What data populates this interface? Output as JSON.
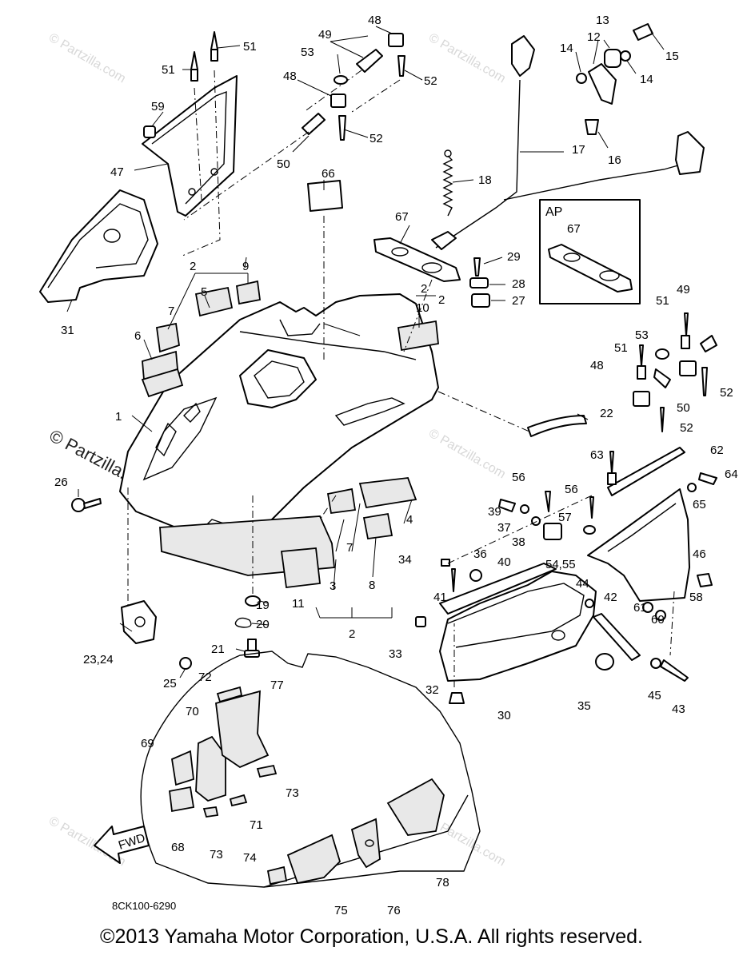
{
  "watermark": {
    "text": "© Partzilla.com"
  },
  "inset": {
    "label": "AP"
  },
  "fwd_label": "FWD",
  "drawing_code": "8CK100-6290",
  "copyright": "©2013 Yamaha Motor Corporation, U.S.A. All rights reserved.",
  "callouts": [
    "1",
    "2",
    "2",
    "2",
    "2",
    "3",
    "4",
    "5",
    "6",
    "7",
    "7",
    "8",
    "9",
    "10",
    "11",
    "12",
    "13",
    "14",
    "14",
    "15",
    "16",
    "17",
    "18",
    "19",
    "20",
    "21",
    "22",
    "23,24",
    "25",
    "26",
    "27",
    "28",
    "29",
    "30",
    "31",
    "32",
    "33",
    "34",
    "35",
    "36",
    "37",
    "38",
    "39",
    "40",
    "41",
    "42",
    "43",
    "44",
    "45",
    "46",
    "47",
    "48",
    "48",
    "48",
    "49",
    "49",
    "50",
    "50",
    "51",
    "51",
    "51",
    "51",
    "52",
    "52",
    "52",
    "52",
    "53",
    "53",
    "54,55",
    "56",
    "56",
    "57",
    "58",
    "59",
    "60",
    "61",
    "62",
    "63",
    "64",
    "65",
    "66",
    "67",
    "67",
    "68",
    "69",
    "70",
    "71",
    "72",
    "73",
    "73",
    "74",
    "75",
    "76",
    "77",
    "78"
  ]
}
